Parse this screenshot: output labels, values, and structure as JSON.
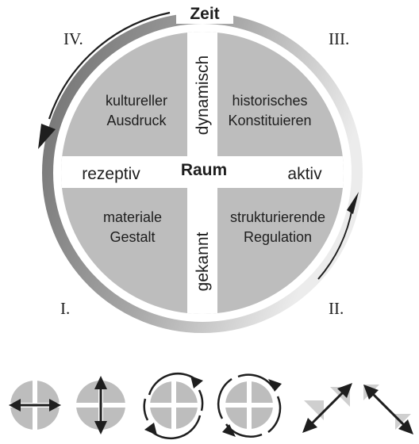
{
  "diagram": {
    "top_label": "Zeit",
    "center_label": "Raum",
    "left_label": "rezeptiv",
    "right_label": "aktiv",
    "upper_axis_label": "dynamisch",
    "lower_axis_label": "gekannt",
    "roman_numerals": {
      "top_left": "IV.",
      "top_right": "III.",
      "bottom_left": "I.",
      "bottom_right": "II."
    },
    "quadrants": {
      "top_left": {
        "line1": "kultureller",
        "line2": "Ausdruck"
      },
      "top_right": {
        "line1": "historisches",
        "line2": "Konstituieren"
      },
      "bottom_left": {
        "line1": "materiale",
        "line2": "Gestalt"
      },
      "bottom_right": {
        "line1": "strukturierende",
        "line2": "Regulation"
      }
    },
    "colors": {
      "quadrant": "#bdbdbd",
      "ring_dark": "#6e6e6e",
      "ring_light": "#e4e4e4",
      "arrow": "#1e1e1e"
    }
  },
  "icons": [
    "horizontal-arrow-icon",
    "vertical-arrow-icon",
    "counterclockwise-cycle-icon",
    "clockwise-cycle-icon",
    "diagonal-up-arrow-icon",
    "diagonal-down-arrow-icon"
  ]
}
